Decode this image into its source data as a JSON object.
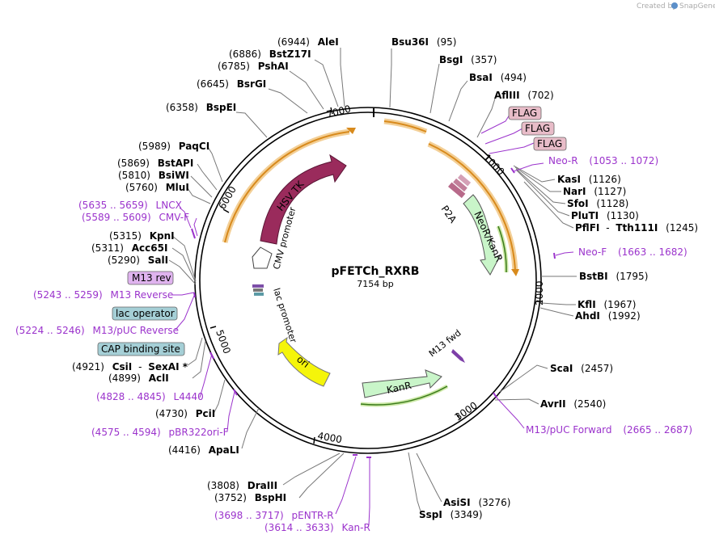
{
  "credit": {
    "text": "Created by",
    "brand": "SnapGene"
  },
  "plasmid": {
    "name": "pFETCh_RXRB",
    "length_label": "7154 bp",
    "length": 7154
  },
  "ticks": [
    "1000",
    "2000",
    "3000",
    "4000",
    "5000",
    "6000",
    "7000"
  ],
  "enzymes": [
    {
      "name": "AleI",
      "pos": "(6944)"
    },
    {
      "name": "BstZ17I",
      "pos": "(6886)"
    },
    {
      "name": "PshAI",
      "pos": "(6785)"
    },
    {
      "name": "BsrGI",
      "pos": "(6645)"
    },
    {
      "name": "BspEI",
      "pos": "(6358)"
    },
    {
      "name": "PaqCI",
      "pos": "(5989)"
    },
    {
      "name": "BstAPI",
      "pos": "(5869)"
    },
    {
      "name": "BsiWI",
      "pos": "(5810)"
    },
    {
      "name": "MluI",
      "pos": "(5760)"
    },
    {
      "name": "KpnI",
      "pos": "(5315)"
    },
    {
      "name": "Acc65I",
      "pos": "(5311)"
    },
    {
      "name": "SalI",
      "pos": "(5290)"
    },
    {
      "name": "CsiI",
      "name2": "SexAI *",
      "pos": "(4921)"
    },
    {
      "name": "AclI",
      "pos": "(4899)"
    },
    {
      "name": "PciI",
      "pos": "(4730)"
    },
    {
      "name": "ApaLI",
      "pos": "(4416)"
    },
    {
      "name": "DraIII",
      "pos": "(3808)"
    },
    {
      "name": "BspHI",
      "pos": "(3752)"
    },
    {
      "name": "Bsu36I",
      "pos": "(95)"
    },
    {
      "name": "BsgI",
      "pos": "(357)"
    },
    {
      "name": "BsaI",
      "pos": "(494)"
    },
    {
      "name": "AflIII",
      "pos": "(702)"
    },
    {
      "name": "KasI",
      "pos": "(1126)"
    },
    {
      "name": "NarI",
      "pos": "(1127)"
    },
    {
      "name": "SfoI",
      "pos": "(1128)"
    },
    {
      "name": "PluTI",
      "pos": "(1130)"
    },
    {
      "name": "PflFI",
      "name2": "Tth111I",
      "pos": "(1245)"
    },
    {
      "name": "BstBI",
      "pos": "(1795)"
    },
    {
      "name": "KflI",
      "pos": "(1967)"
    },
    {
      "name": "AhdI",
      "pos": "(1992)"
    },
    {
      "name": "ScaI",
      "pos": "(2457)"
    },
    {
      "name": "AvrII",
      "pos": "(2540)"
    },
    {
      "name": "AsiSI",
      "pos": "(3276)"
    },
    {
      "name": "SspI",
      "pos": "(3349)"
    }
  ],
  "primers": [
    {
      "range": "(5635 .. 5659)",
      "name": "LNCX"
    },
    {
      "range": "(5589 .. 5609)",
      "name": "CMV-F"
    },
    {
      "range": "(5243 .. 5259)",
      "name": "M13 Reverse"
    },
    {
      "range": "(5224 .. 5246)",
      "name": "M13/pUC Reverse"
    },
    {
      "range": "(4828 .. 4845)",
      "name": "L4440"
    },
    {
      "range": "(4575 .. 4594)",
      "name": "pBR322ori-F"
    },
    {
      "range": "(3698 .. 3717)",
      "name": "pENTR-R"
    },
    {
      "range": "(3614 .. 3633)",
      "name": "Kan-R"
    },
    {
      "name": "Neo-R",
      "range": "(1053 .. 1072)"
    },
    {
      "name": "Neo-F",
      "range": "(1663 .. 1682)"
    },
    {
      "name": "M13/pUC Forward",
      "range": "(2665 .. 2687)"
    }
  ],
  "boxes": [
    {
      "label": "M13 rev",
      "color": "#dfb3ee"
    },
    {
      "label": "lac operator",
      "color": "#a5cfd6"
    },
    {
      "label": "CAP binding site",
      "color": "#a5cfd6"
    },
    {
      "label": "FLAG",
      "color": "#e8bcc8"
    },
    {
      "label": "FLAG",
      "color": "#e8bcc8"
    },
    {
      "label": "FLAG",
      "color": "#e8bcc8"
    }
  ],
  "features": {
    "hsv_tk": "HSV TK",
    "cmv_promoter": "CMV promoter",
    "lac_promoter": "lac promoter",
    "ori": "ori",
    "kanr": "KanR",
    "neor_kanr": "NeoR/KanR",
    "p2a": "P2A",
    "m13_fwd": "M13 fwd"
  },
  "colors": {
    "enzyme": "#000000",
    "primer": "#9b33cc",
    "hsv_tk": "#9a2b5c",
    "ori": "#f5f50a",
    "kanr": "#c9f5c9",
    "orf": "#e8a23a",
    "backbone": "#000000"
  }
}
